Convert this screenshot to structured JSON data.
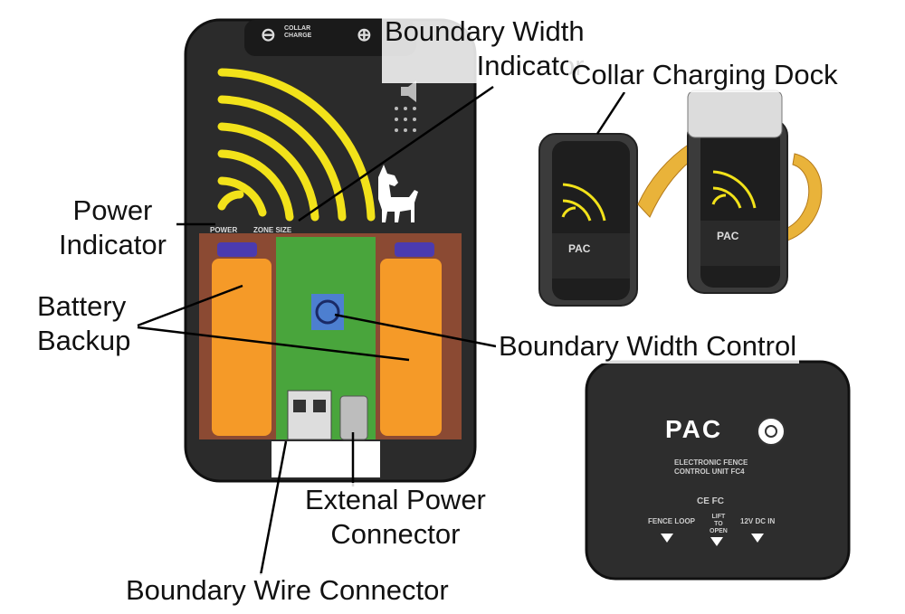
{
  "labels": {
    "boundary_width_indicator": [
      "Boundary Width",
      "Indicator"
    ],
    "collar_charging_dock": "Collar Charging Dock",
    "power_indicator": [
      "Power",
      "Indicator"
    ],
    "battery_backup": [
      "Battery",
      "Backup"
    ],
    "boundary_width_control": "Boundary Width Control",
    "external_power_connector": [
      "Extenal Power",
      "Connector"
    ],
    "boundary_wire_connector": "Boundary Wire Connector"
  },
  "device": {
    "top_minus": "⊖",
    "top_plus": "⊕",
    "top_charge_text": [
      "COLLAR",
      "CHARGE"
    ],
    "power_label": "POWER",
    "zone_size_label": "ZONE SIZE"
  },
  "rear_unit": {
    "brand": "PAC",
    "subtitle": [
      "ELECTRONIC FENCE",
      "CONTROL UNIT FC4"
    ],
    "certs": "CE FC",
    "fence_loop": "FENCE LOOP",
    "lift": [
      "LIFT",
      "TO",
      "OPEN"
    ],
    "dc_in": "12V DC IN"
  },
  "small_units": {
    "brand": "PAC"
  },
  "colors": {
    "body": "#2b2b2b",
    "arc_yellow": "#f2e21a",
    "battery_orange": "#f59a28",
    "board_green": "#49a53c",
    "strap_yellow": "#e9b33a"
  }
}
